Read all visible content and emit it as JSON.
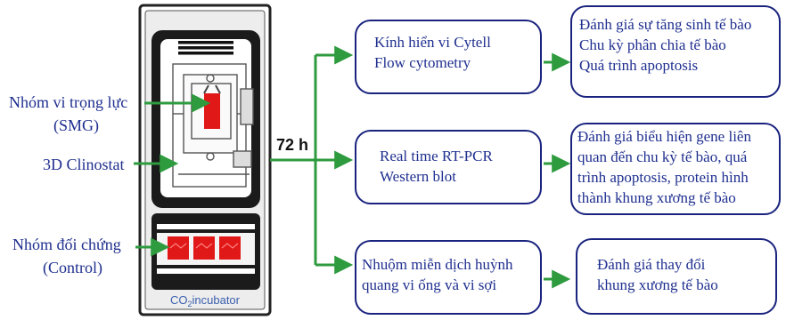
{
  "colors": {
    "text": "#1f2f8f",
    "box_border": "#1a237e",
    "arrow": "#2e9b3e",
    "sample": "#e01818"
  },
  "left_labels": {
    "smg_line1": "Nhóm vi trọng lực",
    "smg_line2": "(SMG)",
    "clinostat": "3D Clinostat",
    "control_line1": "Nhóm đối chứng",
    "control_line2": "(Control)"
  },
  "incubator": {
    "label_co": "CO",
    "label_sub": "2",
    "label_rest": "incubator"
  },
  "time_label": "72 h",
  "methods": [
    {
      "lines": [
        "Kính hiển vi Cytell",
        "Flow cytometry"
      ]
    },
    {
      "lines": [
        "Real time RT-PCR",
        "Western blot"
      ]
    },
    {
      "lines": [
        "Nhuộm miễn dịch huỳnh",
        "quang vi ống và vi sợi"
      ]
    }
  ],
  "outcomes": [
    {
      "lines": [
        "Đánh giá sự tăng sinh tế bào",
        "Chu kỳ phân chia tế bào",
        "Quá trình apoptosis"
      ]
    },
    {
      "lines": [
        "Đánh giá biểu hiện gene liên",
        "quan đến chu kỳ tế bào, quá",
        "trình apoptosis, protein hình",
        "thành khung xương tế bào"
      ]
    },
    {
      "lines": [
        "Đánh giá thay đổi",
        "khung xương tế bào"
      ]
    }
  ]
}
